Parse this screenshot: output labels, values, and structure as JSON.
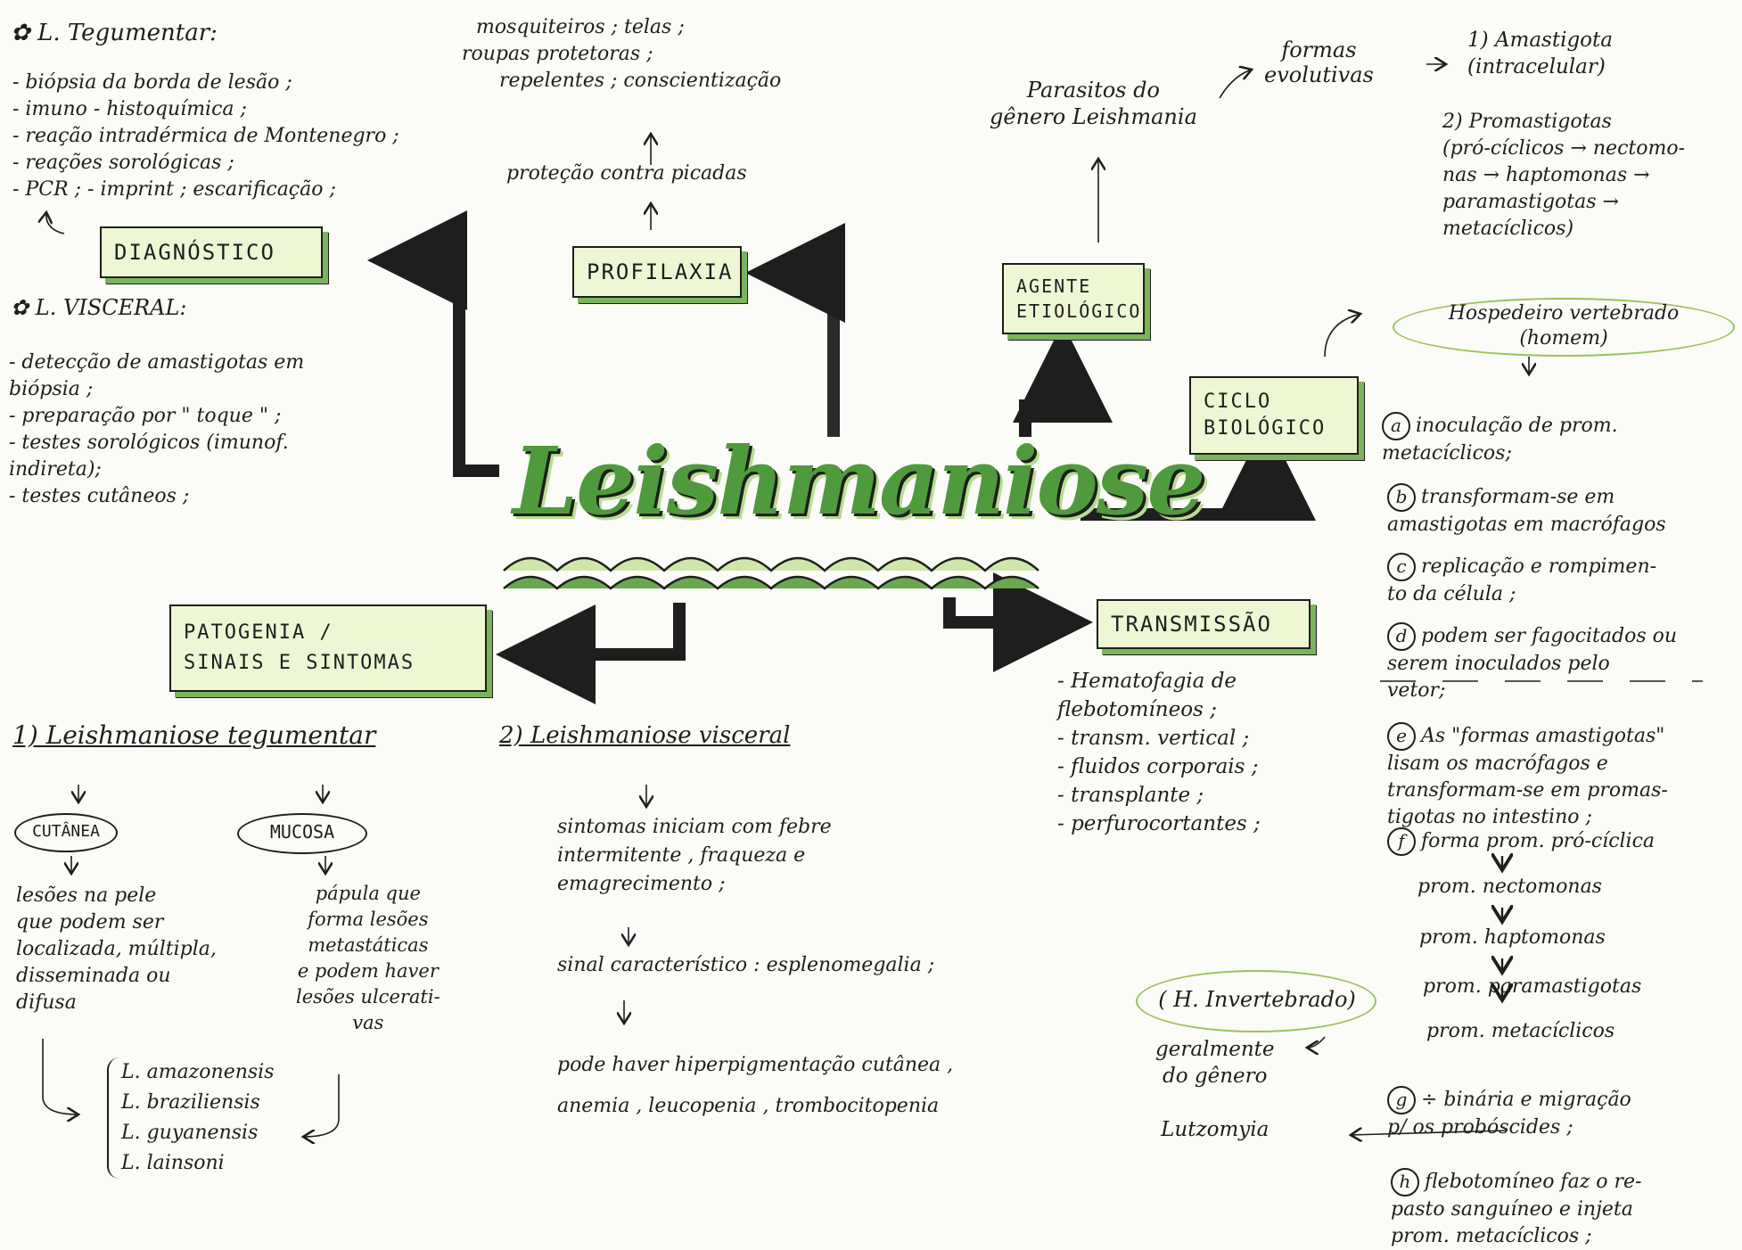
{
  "title": "Leishmaniose",
  "diagnostico": {
    "box": "DIAGNÓSTICO",
    "teg_heading": "L. Tegumentar:",
    "teg_items": [
      "- biópsia da borda de lesão ;",
      "- imuno - histoquímica ;",
      "- reação intradérmica de Montenegro ;",
      "- reações sorológicas ;",
      "- PCR ;   - imprint ; escarificação ;"
    ],
    "visc_heading": "L. VISCERAL:",
    "visc_items": [
      "- detecção de amastigotas em",
      "   biópsia ;",
      "- preparação por \" toque \" ;",
      "- testes sorológicos (imunof.",
      "        indireta);",
      "- testes cutâneos ;"
    ]
  },
  "profilaxia": {
    "box": "PROFILAXIA",
    "sub": "proteção contra picadas",
    "items": [
      "mosquiteiros ; telas ;",
      "roupas protetoras ;",
      "repelentes ; conscientização"
    ]
  },
  "agente": {
    "box": "AGENTE\nETIOLÓGICO",
    "parasitos": "Parasitos do\ngênero Leishmania",
    "formas": "formas\nevolutivas",
    "forma1": "1) Amastigota\n   (intracelular)",
    "forma2": "2) Promastigotas\n(pró-cíclicos → nectomo-\nnas → haptomonas →\nparamastigotas →\n     metacíclicos)"
  },
  "ciclo": {
    "box": "CICLO\nBIOLÓGICO",
    "vertebrado": "Hospedeiro vertebrado\n(homem)",
    "steps": [
      {
        "l": "a",
        "t": "inoculação de prom.\nmetacíclicos;"
      },
      {
        "l": "b",
        "t": "transformam-se em\namastigotas em macrófagos"
      },
      {
        "l": "c",
        "t": "replicação e rompimen-\nto da célula ;"
      },
      {
        "l": "d",
        "t": "podem ser fagocitados ou\nserem inoculados pelo\n      vetor;"
      },
      {
        "l": "e",
        "t": "As \"formas amastigotas\"\nlisam os macrófagos e\ntransformam-se em promas-\ntigotas no intestino ;"
      },
      {
        "l": "f",
        "t": "forma prom. pró-cíclica"
      },
      {
        "l": "g",
        "t": "÷ binária e migração\np/ os probóscides ;"
      },
      {
        "l": "h",
        "t": "flebotomíneo faz o re-\npasto sanguíneo e injeta\nprom. metacíclicos ;"
      }
    ],
    "prom_chain": [
      "prom. nectomonas",
      "prom. haptomonas",
      "prom. paramastigotas",
      "prom. metacíclicos"
    ],
    "invertebrado": "( H. Invertebrado)",
    "inv_desc": "geralmente\ndo gênero\n\nLutzomyia"
  },
  "transmissao": {
    "box": "TRANSMISSÃO",
    "items": [
      "- Hematofagia de",
      "  flebotomíneos ;",
      "- transm. vertical ;",
      "- fluidos corporais ;",
      "- transplante ;",
      "- perfurocortantes ;"
    ]
  },
  "patogenia": {
    "box": "PATOGENIA /\n   SINAIS E SINTOMAS",
    "teg_title": "1) Leishmaniose tegumentar",
    "cutanea": "CUTÂNEA",
    "mucosa": "MUCOSA",
    "cutanea_desc": "lesões na pele\nque podem ser\nlocalizada, múltipla,\ndisseminada ou\n     difusa",
    "mucosa_desc": "pápula que\nforma lesões\nmetastáticas\ne podem haver\nlesões ulcerati-\n       vas",
    "species": [
      "L. amazonensis",
      "L. braziliensis",
      "L. guyanensis",
      "L. lainsoni"
    ],
    "visc_title": "2) Leishmaniose visceral",
    "visc_items": [
      "sintomas iniciam com febre\nintermitente , fraqueza e\n      emagrecimento ;",
      "sinal característico : esplenomegalia ;",
      "pode haver hiperpigmentação cutânea ,\nanemia , leucopenia , trombocitopenia"
    ]
  },
  "colors": {
    "accent": "#7ab45c",
    "box_fill": "#eef7d3",
    "ink": "#1e1e1e"
  }
}
